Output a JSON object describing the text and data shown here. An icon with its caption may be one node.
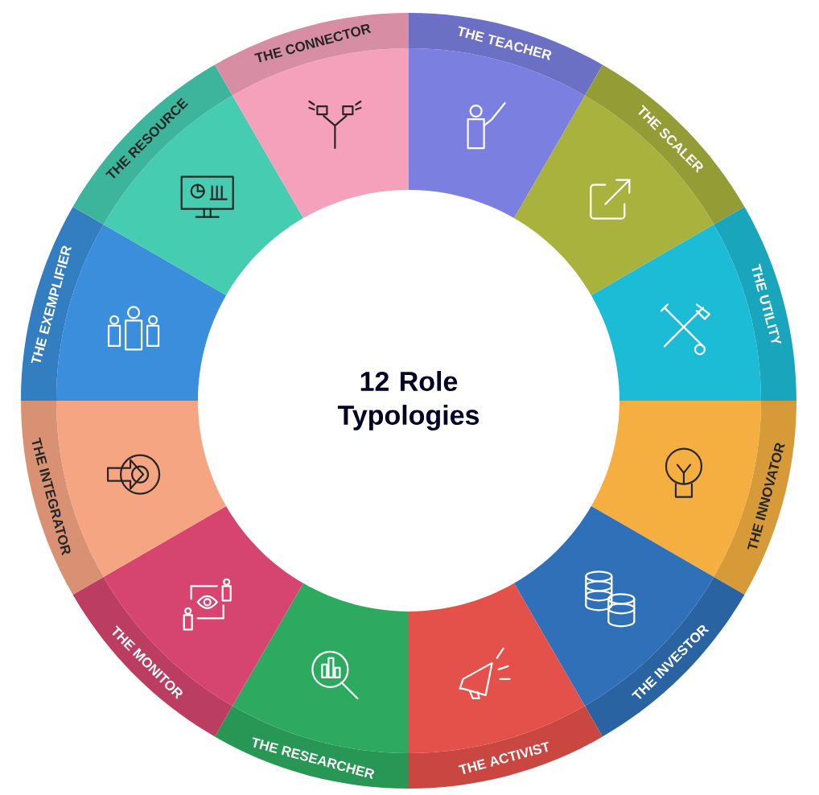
{
  "diagram": {
    "title": "12 Role Typologies",
    "nodes": [
      {
        "text": [
          "THE TEACHER"
        ]
      },
      {
        "text": [
          "THE SCALER"
        ]
      },
      {
        "text": [
          "THE UTILITY"
        ]
      },
      {
        "text": [
          "THE INNOVATOR"
        ]
      },
      {
        "text": [
          "THE INVESTOR"
        ]
      },
      {
        "text": [
          "THE ACTIVIST"
        ]
      },
      {
        "text": [
          "THE RESEARCHER"
        ]
      },
      {
        "text": [
          "THE MONITOR"
        ]
      },
      {
        "text": [
          "THE INTEGRATOR"
        ]
      },
      {
        "text": [
          "THE EXEMPLIFIER"
        ]
      },
      {
        "text": [
          "THE RESOURCE"
        ]
      },
      {
        "text": [
          "THE CONNECTOR"
        ]
      }
    ],
    "edges": []
  }
}
